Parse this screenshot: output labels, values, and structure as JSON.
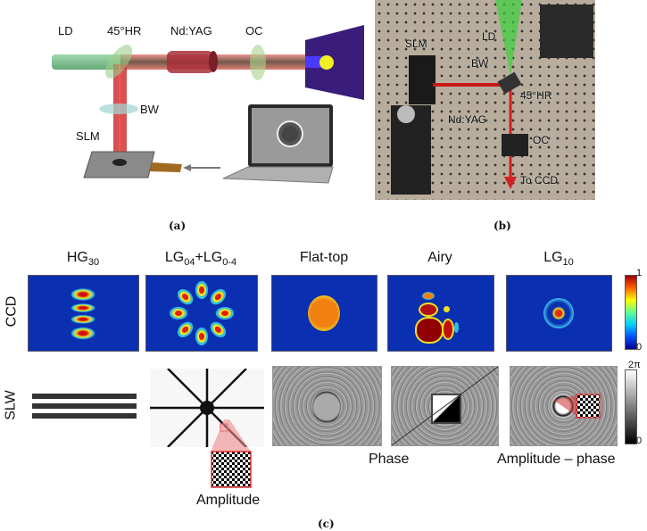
{
  "panel_a": {
    "caption": "(a)",
    "labels": {
      "ld": "LD",
      "hr": "45°HR",
      "ndyag": "Nd:YAG",
      "oc": "OC",
      "bw": "BW",
      "slm": "SLM"
    }
  },
  "panel_b": {
    "caption": "(b)",
    "labels": {
      "slm": "SLM",
      "ld": "LD",
      "bw": "BW",
      "hr": "45°HR",
      "ndyag": "Nd:YAG",
      "oc": "OC",
      "to_ccd": "To CCD"
    }
  },
  "panel_c": {
    "caption": "(c)",
    "row_labels": {
      "ccd": "CCD",
      "slw": "SLW"
    },
    "columns": [
      {
        "main": "HG",
        "sub": "30"
      },
      {
        "main": "LG",
        "sub": "04",
        "main2": "+LG",
        "sub2": "0-4"
      },
      {
        "main": "Flat-top"
      },
      {
        "main": "Airy"
      },
      {
        "main": "LG",
        "sub": "10"
      }
    ],
    "ccd_colorbar": {
      "max": "1",
      "min": "0"
    },
    "slw_colorbar": {
      "max": "2π",
      "min": "0"
    },
    "annotations": {
      "amplitude": "Amplitude",
      "phase": "Phase",
      "amplitude_phase": "Amplitude – phase"
    },
    "colors": {
      "ccd_bg": "#0a2fb0",
      "beam_red": "#d42020",
      "beam_green": "#4fb06a"
    }
  }
}
